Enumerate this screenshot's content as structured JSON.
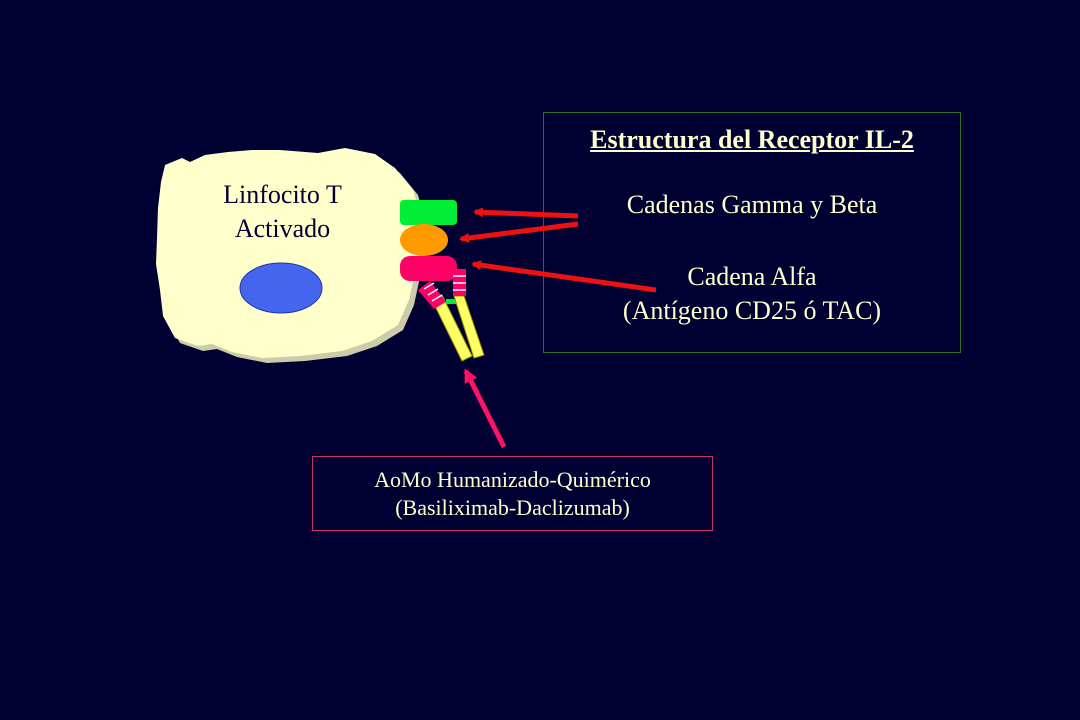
{
  "cell": {
    "label_line1": "Linfocito T",
    "label_line2": "Activado"
  },
  "receptor_box": {
    "title": "Estructura del Receptor IL-2",
    "line1": "Cadenas Gamma y Beta",
    "line2": "Cadena Alfa",
    "line3": "(Antígeno CD25 ó TAC)"
  },
  "antibody_box": {
    "line1": "AoMo Humanizado-Quimérico",
    "line2": "(Basiliximab-Daclizumab)"
  },
  "colors": {
    "background": "#000033",
    "cell_fill": "#ffffcc",
    "nucleus": "#4466ee",
    "gamma_chain": "#00ee33",
    "beta_chain": "#ff9900",
    "alpha_chain": "#ff0066",
    "antibody": "#ffff66",
    "arrow_red": "#ee1111",
    "arrow_pink": "#ff1166",
    "text_light": "#ffffcc"
  },
  "icons": {
    "cell": "activated-t-lymphocyte",
    "nucleus": "cell-nucleus",
    "gamma_beta_chains": "receptor-subunits",
    "alpha_chain": "receptor-alpha-subunit",
    "antibody": "monoclonal-antibody"
  }
}
